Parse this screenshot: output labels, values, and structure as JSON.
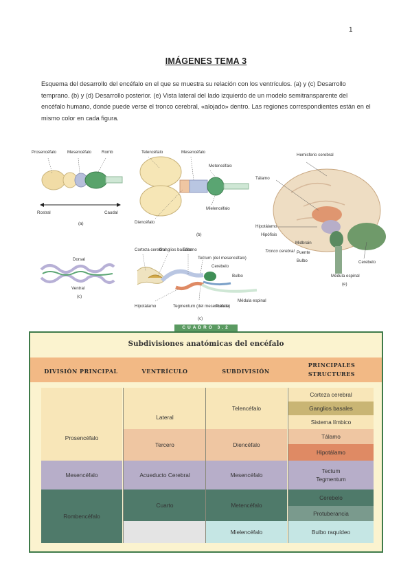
{
  "page_number": "1",
  "title": "IMÁGENES TEMA 3",
  "paragraph": "Esquema del desarrollo del encéfalo en el que se muestra su relación con los ventrículos. (a) y (c) Desarrollo temprano. (b) y (d) Desarrollo posterior. (e) Vista lateral del lado izquierdo de un modelo semitransparente del encéfalo humano, donde puede verse el tronco cerebral, «alojado» dentro. Las regiones correspondientes están en el mismo color en cada figura.",
  "figure": {
    "a": {
      "prosencefalo": "Prosencéfalo",
      "mesencefalo": "Mesencéfalo",
      "romb": "Romb",
      "rostral": "Rostral",
      "caudal": "Caudal",
      "caption": "(a)"
    },
    "b": {
      "telencefalo": "Telencéfalo",
      "mesencefalo": "Mesencéfalo",
      "metencefalo": "Metencéfalo",
      "mielencefalo": "Mielencéfalo",
      "diencefalo": "Diencéfalo",
      "caption": "(b)"
    },
    "c": {
      "dorsal": "Dorsal",
      "ventral": "Ventral",
      "caption": "(c)"
    },
    "d": {
      "corteza": "Corteza cerebral",
      "ganglios": "Ganglios basales",
      "talamo": "Tálamo",
      "tectum": "Tectum (del mesencéfalo)",
      "cerebelo": "Cerebelo",
      "bulbo": "Bulbo",
      "medula": "Médula espinal",
      "hipotalamo": "Hipotálamo",
      "tegmentum": "Tegmentum (del mesencéfalo)",
      "puente": "Puente",
      "caption": "(c)"
    },
    "e": {
      "hemisferio": "Hemisferio cerebral",
      "talamo": "Tálamo",
      "hipotalamo": "Hipotálamo",
      "hipofisis": "Hipófisis",
      "midbrain": "Midbrain",
      "tronco": "Tronco cerebral",
      "puente": "Puente",
      "bulbo": "Bulbo",
      "cerebelo": "Cerebelo",
      "medula": "Médula espinal",
      "caption": "(e)"
    }
  },
  "table": {
    "strip_label": "CUADRO 3.2",
    "title": "Subdivisiones anatómicas del encéfalo",
    "headers": [
      "DIVISIÓN PRINCIPAL",
      "VENTRÍCULO",
      "SUBDIVISIÓN",
      "PRINCIPALES STRUCTURES"
    ],
    "rows": {
      "prosencefalo": "Prosencéfalo",
      "lateral": "Lateral",
      "tercero": "Tercero",
      "telencefalo": "Telencéfalo",
      "diencefalo": "Diencéfalo",
      "corteza": "Corteza cerebral",
      "ganglios": "Ganglios basales",
      "limbico": "Sistema límbico",
      "talamo": "Tálamo",
      "hipotalamo": "Hipotálamo",
      "mesencefalo": "Mesencéfalo",
      "acueducto": "Acueducto Cerebral",
      "mesencefalo_sub": "Mesencéfalo",
      "tectum": "Tectum",
      "tegmentum": "Tegmentum",
      "rombencefalo": "Rombencéfalo",
      "cuarto": "Cuarto",
      "metencefalo": "Metencéfalo",
      "mielencefalo": "Mielencéfalo",
      "cerebelo": "Cerebelo",
      "protuberancia": "Protuberancia",
      "bulbo": "Bulbo raquídeo"
    }
  },
  "colors": {
    "prosencefalo": "#f8e6b8",
    "diencefalo": "#efc6a2",
    "hipotalamo": "#df8a64",
    "ganglios": "#c9b574",
    "mesencefalo": "#b7aec9",
    "rombencefalo": "#4f7a6a",
    "protuberancia": "#7a9a8d",
    "mielencefalo": "#c5e6e4",
    "header": "#f2b985",
    "border": "#3e7a49"
  }
}
